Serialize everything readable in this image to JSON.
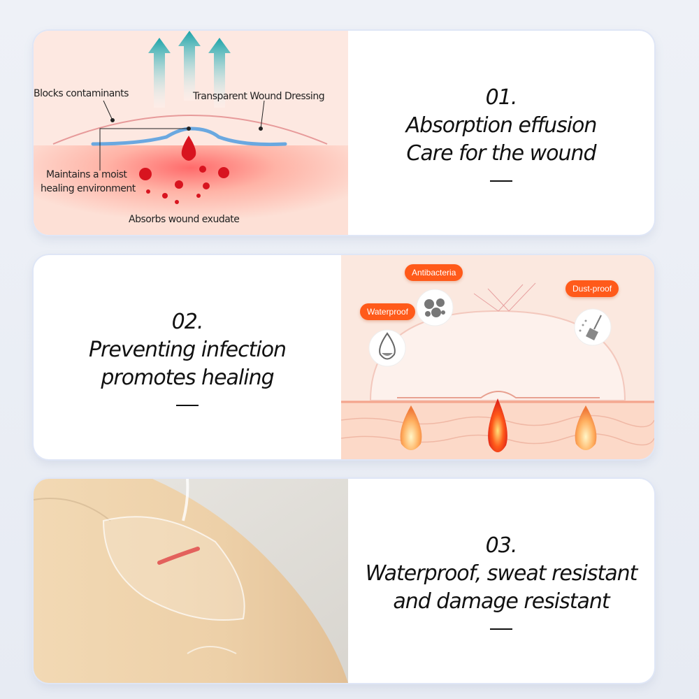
{
  "sections": [
    {
      "number": "01.",
      "title_lines": [
        "Absorption effusion",
        "Care for the wound"
      ],
      "dash": "—",
      "labels": {
        "blocks": "Blocks contaminants",
        "dressing": "Transparent Wound Dressing",
        "moist_1": "Maintains a moist",
        "moist_2": "healing environment",
        "absorbs": "Absorbs wound exudate"
      }
    },
    {
      "number": "02.",
      "title_lines": [
        "Preventing infection",
        "promotes healing"
      ],
      "dash": "—",
      "badges": {
        "antibacteria": "Antibacteria",
        "waterproof": "Waterproof",
        "dustproof": "Dust-proof"
      }
    },
    {
      "number": "03.",
      "title_lines": [
        "Waterproof, sweat resistant",
        "and damage resistant"
      ],
      "dash": "—"
    }
  ],
  "colors": {
    "accent_orange": "#ff5a1a",
    "arrow_teal": "#1aa3a8",
    "blood_red": "#d8141f",
    "dressing_blue": "#6aa8e0"
  },
  "icons": [
    "up-arrow-icon",
    "water-drop-icon",
    "bacteria-icon",
    "dust-broom-icon"
  ]
}
